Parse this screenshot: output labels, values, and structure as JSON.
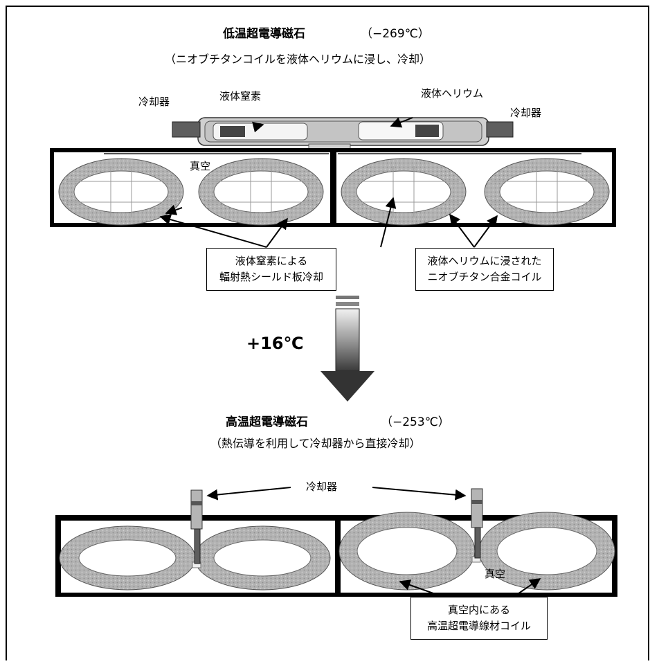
{
  "low_temp": {
    "title": "低温超電導磁石",
    "temp": "（−269℃）",
    "subtitle": "（ニオブチタンコイルを液体ヘリウムに浸し、冷却）",
    "cooler_left": "冷却器",
    "cooler_right": "冷却器",
    "liquid_nitrogen": "液体窒素",
    "liquid_helium": "液体ヘリウム",
    "vacuum": "真空",
    "callout_shield": [
      "液体窒素による",
      "輻射熱シールド板冷却"
    ],
    "callout_coil": [
      "液体ヘリウムに浸された",
      "ニオブチタン合金コイル"
    ]
  },
  "transition": {
    "delta": "+16℃"
  },
  "high_temp": {
    "title": "高温超電導磁石",
    "temp": "（−253℃）",
    "subtitle": "（熱伝導を利用して冷却器から直接冷却）",
    "cooler": "冷却器",
    "vacuum": "真空",
    "callout_coil": [
      "真空内にある",
      "高温超電導線材コイル"
    ]
  },
  "colors": {
    "coil": "#a8a8a8",
    "dark_bar": "#5a5a5a",
    "tank": "#c9c9c9",
    "cooler_stem": "#6b6b6b"
  }
}
